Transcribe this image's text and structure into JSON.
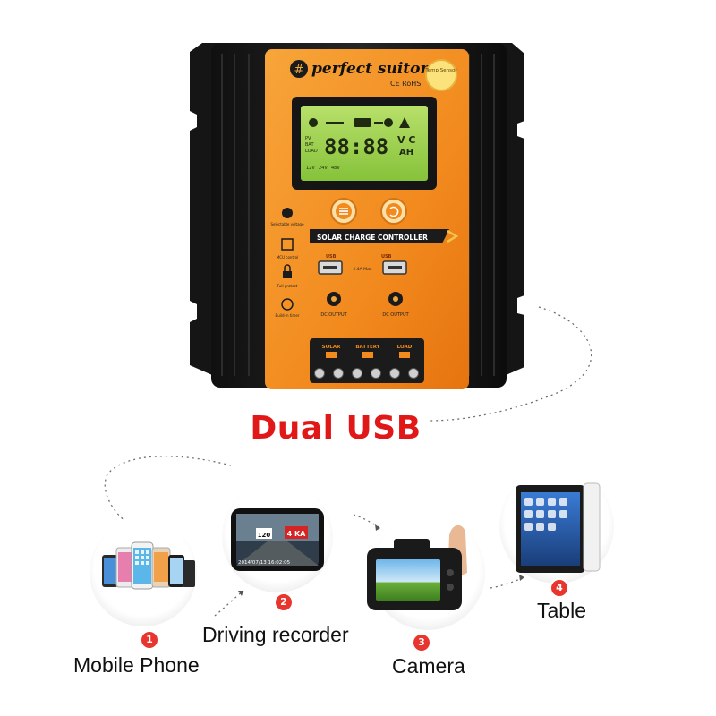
{
  "device": {
    "brand": "perfect suitor",
    "cert": "CE  RoHS",
    "temp_sensor": "Temp Sensor",
    "panel_label": "SOLAR CHARGE CONTROLLER",
    "lcd_digits": "88:88",
    "lcd_units": "V C",
    "lcd_ah": "AH",
    "lcd_rows": [
      "PV",
      "BAT",
      "LOAD"
    ],
    "lcd_voltages": [
      "12V",
      "24V",
      "48V"
    ],
    "usb_rating": "2.4A Max",
    "usb_label": "USB",
    "dc_output_left": "DC OUTPUT",
    "dc_output_right": "DC OUTPUT",
    "side_labels": [
      "Selectable voltage",
      "MCU control",
      "Full protect",
      "Build-in timer"
    ],
    "terminal_labels": [
      "SOLAR",
      "BATTERY",
      "LOAD"
    ]
  },
  "headline": "Dual USB",
  "items": [
    {
      "number": "1",
      "label": "Mobile Phone"
    },
    {
      "number": "2",
      "label": "Driving recorder"
    },
    {
      "number": "3",
      "label": "Camera"
    },
    {
      "number": "4",
      "label": "Table"
    }
  ],
  "recorder_screen": {
    "stamp": "2014/07/13 16:02:05",
    "speed_left": "120",
    "speed_right": "4 KA"
  },
  "colors": {
    "orange": "#f28a1e",
    "body": "#1c1c1c",
    "lcd": "#9bd14b",
    "headline": "#e01818",
    "badge": "#e8352d"
  }
}
